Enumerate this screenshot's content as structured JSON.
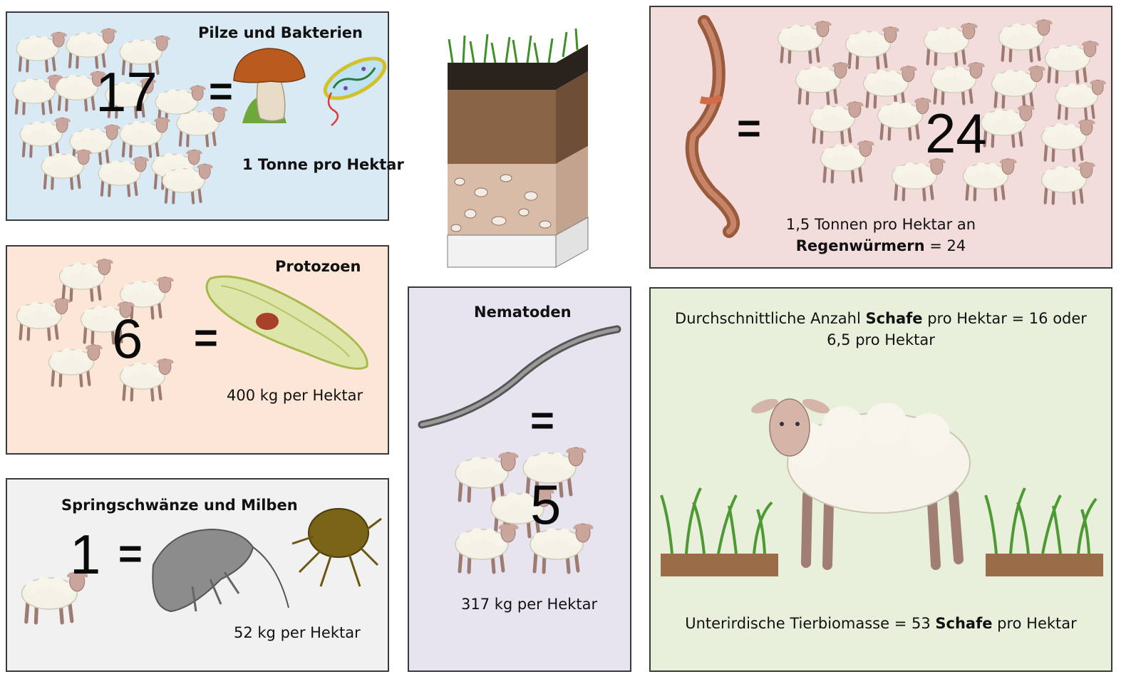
{
  "fungi": {
    "title": "Pilze und Bakterien",
    "number": "17",
    "equals": "=",
    "amount": "1 Tonne pro Hektar"
  },
  "protozoa": {
    "title": "Protozoen",
    "number": "6",
    "equals": "=",
    "amount": "400 kg per Hektar"
  },
  "springtails": {
    "title": "Springschwänze und Milben",
    "number": "1",
    "equals": "=",
    "amount": "52 kg per Hektar"
  },
  "nematodes": {
    "title": "Nematoden",
    "equals": "=",
    "number": "5",
    "amount": "317 kg per Hektar"
  },
  "earthworms": {
    "equals": "=",
    "number": "24",
    "line1": "1,5 Tonnen pro Hektar an",
    "bold_word": "Regenwürmern",
    "suffix": " = 24"
  },
  "sheep_panel": {
    "avg_prefix": "Durchschnittliche Anzahl ",
    "avg_bold": "Schafe",
    "avg_suffix": " pro Hektar = 16 oder",
    "avg_line2": "6,5 pro Hektar",
    "total_prefix": "Unterirdische Tierbiomasse = 53 ",
    "total_bold": "Schafe",
    "total_suffix": " pro Hektar"
  },
  "colors": {
    "fungi_bg": "#d9eaf4",
    "protozoa_bg": "#fbe6d8",
    "springtails_bg": "#f1f1f1",
    "nematodes_bg": "#e7e4ef",
    "earthworms_bg": "#f2dcdc",
    "sheep_bg": "#e8f0dc"
  }
}
